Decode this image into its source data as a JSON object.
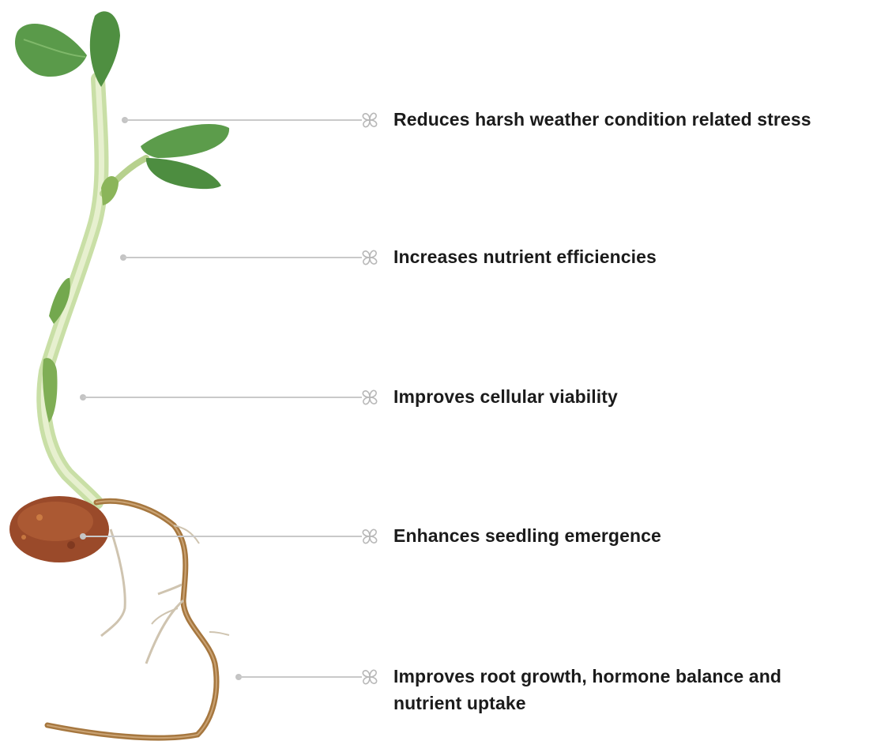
{
  "callouts": [
    {
      "text": "Reduces harsh weather condition related stress",
      "icon": "bullet-flower-icon"
    },
    {
      "text": "Increases nutrient efficiencies",
      "icon": "bullet-flower-icon"
    },
    {
      "text": "Improves cellular viability",
      "icon": "bullet-flower-icon"
    },
    {
      "text": "Enhances seedling emergence",
      "icon": "bullet-flower-icon"
    },
    {
      "text": "Improves root growth, hormone balance and",
      "text_line2": "nutrient uptake",
      "icon": "bullet-flower-icon"
    }
  ],
  "colors": {
    "leaf": "#5a9a4a",
    "stem": "#c9dfa6",
    "root": "#a6773f",
    "seed": "#9a4a2a",
    "leader": "#c9c9c9",
    "text": "#1b1b1b"
  }
}
